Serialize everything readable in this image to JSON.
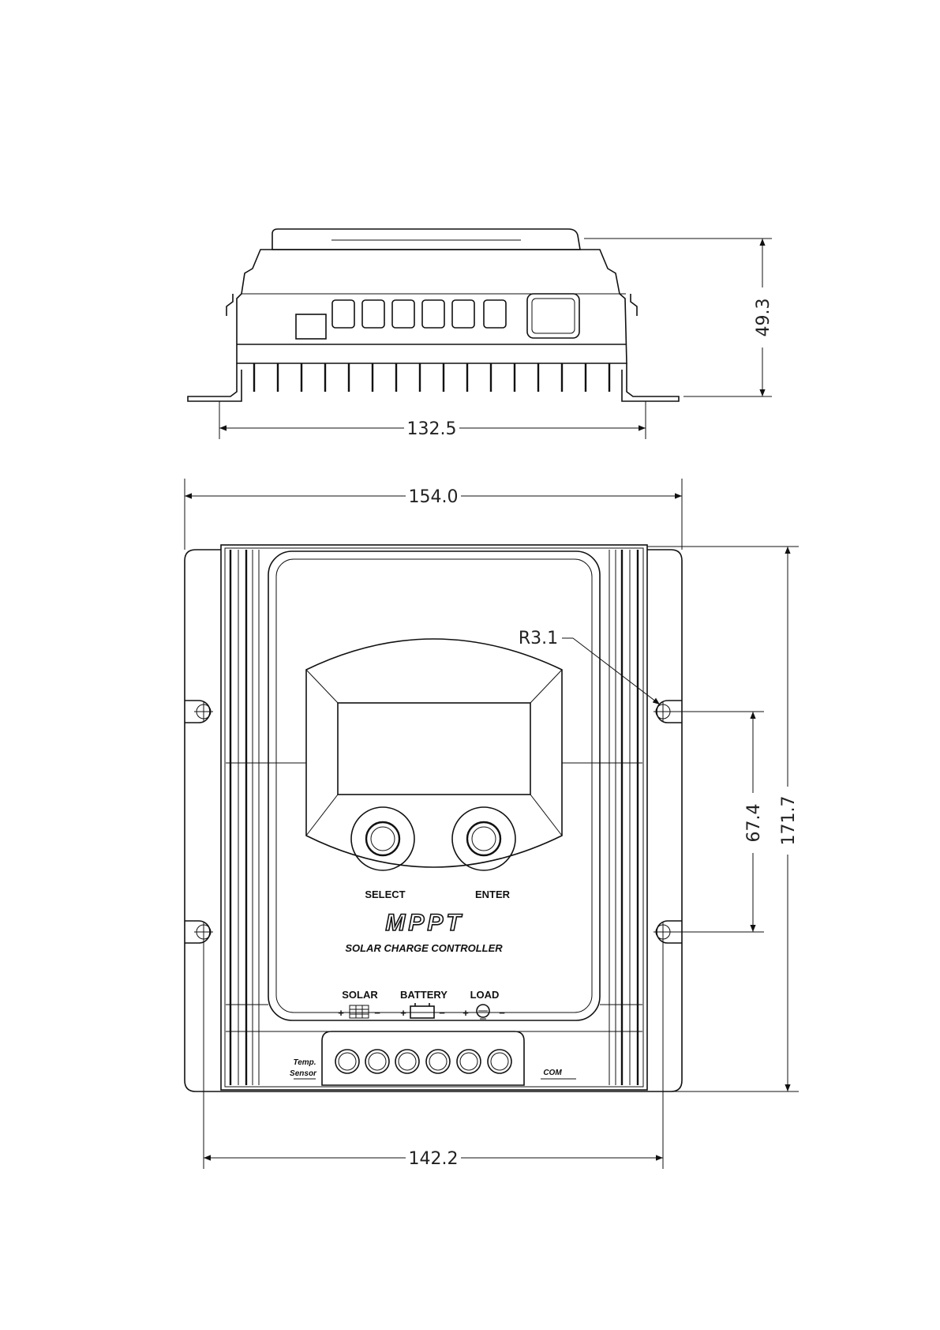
{
  "dimensions": {
    "top_width": "132.5",
    "top_height": "49.3",
    "front_overall_width": "154.0",
    "front_height": "171.7",
    "hole_spacing": "67.4",
    "corner_radius": "R3.1",
    "hole_pitch_width": "142.2"
  },
  "panel": {
    "select_label": "SELECT",
    "enter_label": "ENTER",
    "brand": "MPPT",
    "product": "SOLAR CHARGE CONTROLLER",
    "solar_label": "SOLAR",
    "battery_label": "BATTERY",
    "load_label": "LOAD",
    "temp_label_1": "Temp.",
    "temp_label_2": "Sensor",
    "com_label": "COM",
    "plus": "+",
    "minus": "−"
  }
}
